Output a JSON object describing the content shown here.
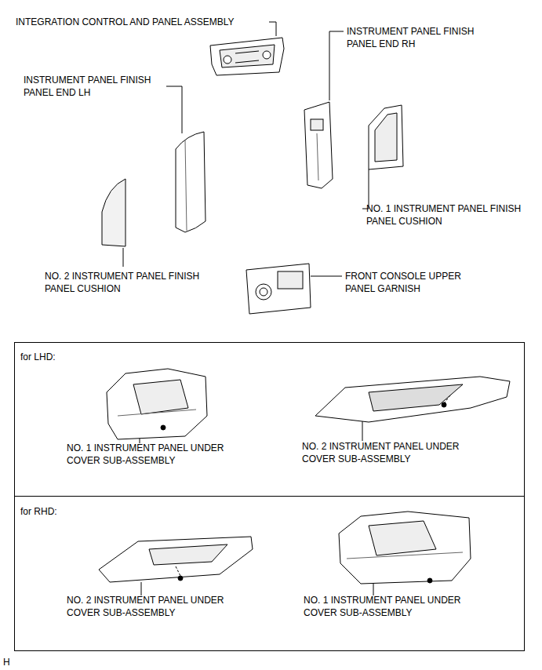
{
  "diagram": {
    "nodes": [
      {
        "text": [
          "for LHD:",
          "NO. 1 INSTRUMENT PANEL UNDER COVER SUB-ASSEMBLY",
          "NO. 2 INSTRUMENT PANEL UNDER COVER SUB-ASSEMBLY"
        ]
      },
      {
        "text": [
          "for RHD:",
          "NO. 2 INSTRUMENT PANEL UNDER COVER SUB-ASSEMBLY",
          "NO. 1 INSTRUMENT PANEL UNDER COVER SUB-ASSEMBLY"
        ]
      }
    ],
    "labels": [
      "INTEGRATION CONTROL AND PANEL ASSEMBLY",
      "INSTRUMENT PANEL FINISH PANEL END LH",
      "INSTRUMENT PANEL FINISH PANEL END RH",
      "NO. 1 INSTRUMENT PANEL FINISH PANEL CUSHION",
      "NO. 2 INSTRUMENT PANEL FINISH PANEL CUSHION",
      "FRONT CONSOLE UPPER PANEL GARNISH",
      "H"
    ]
  }
}
